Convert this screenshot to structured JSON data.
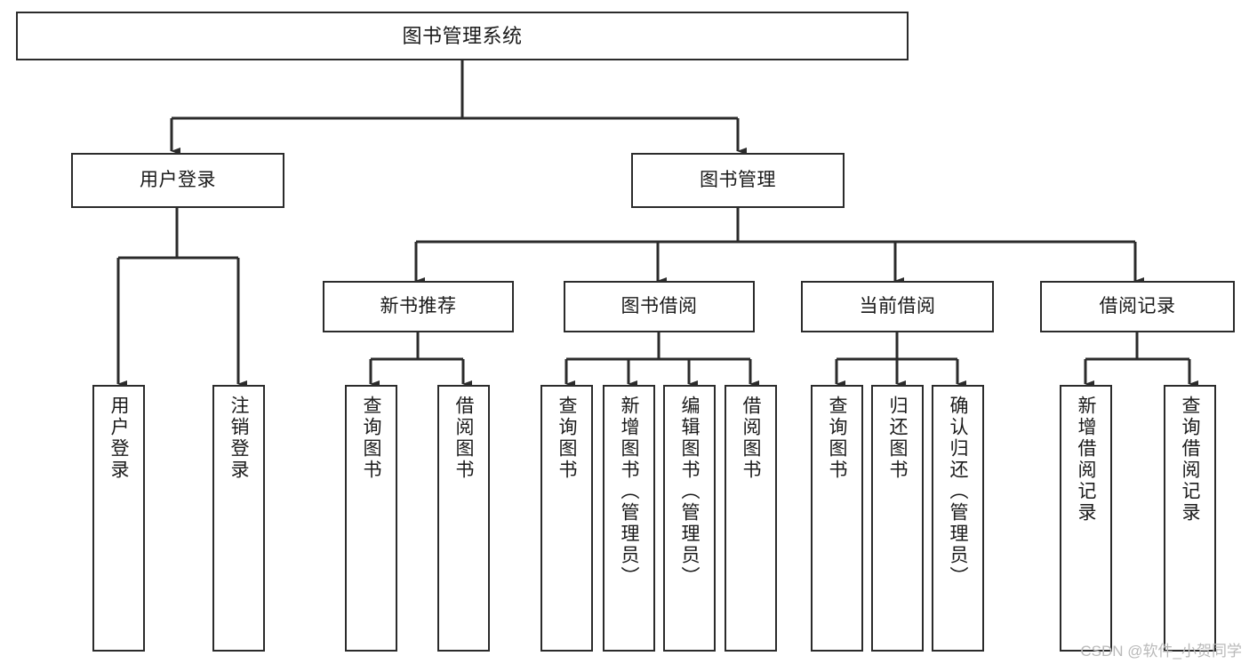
{
  "diagram": {
    "title": "图书管理系统",
    "type": "tree-hierarchy-chart",
    "stroke_color": "#2b2b2b",
    "fill_color": "#ffffff",
    "text_color": "#1a1a1a",
    "watermark": "CSDN @软件_小贺同学"
  },
  "nodes": {
    "root": {
      "label": "图书管理系统"
    },
    "level1": [
      {
        "id": "user-login",
        "label": "用户登录"
      },
      {
        "id": "book-manage",
        "label": "图书管理"
      }
    ],
    "level2": [
      {
        "id": "new-book-recommend",
        "label": "新书推荐"
      },
      {
        "id": "book-borrow",
        "label": "图书借阅"
      },
      {
        "id": "current-borrow",
        "label": "当前借阅"
      },
      {
        "id": "borrow-record",
        "label": "借阅记录"
      }
    ],
    "leaves": {
      "user_login": [
        {
          "id": "leaf-user-login",
          "label": "用户登录"
        },
        {
          "id": "leaf-logout-login",
          "label": "注销登录"
        }
      ],
      "new_book_recommend": [
        {
          "id": "leaf-query-book-1",
          "label": "查询图书"
        },
        {
          "id": "leaf-borrow-book-1",
          "label": "借阅图书"
        }
      ],
      "book_borrow": [
        {
          "id": "leaf-query-book-2",
          "label": "查询图书"
        },
        {
          "id": "leaf-add-book",
          "label": "新增图书（管理员）"
        },
        {
          "id": "leaf-edit-book",
          "label": "编辑图书（管理员）"
        },
        {
          "id": "leaf-borrow-book-2",
          "label": "借阅图书"
        }
      ],
      "current_borrow": [
        {
          "id": "leaf-query-book-3",
          "label": "查询图书"
        },
        {
          "id": "leaf-return-book",
          "label": "归还图书"
        },
        {
          "id": "leaf-confirm-return",
          "label": "确认归还（管理员）"
        }
      ],
      "borrow_record": [
        {
          "id": "leaf-add-borrow-record",
          "label": "新增借阅记录"
        },
        {
          "id": "leaf-query-borrow-record",
          "label": "查询借阅记录"
        }
      ]
    }
  }
}
